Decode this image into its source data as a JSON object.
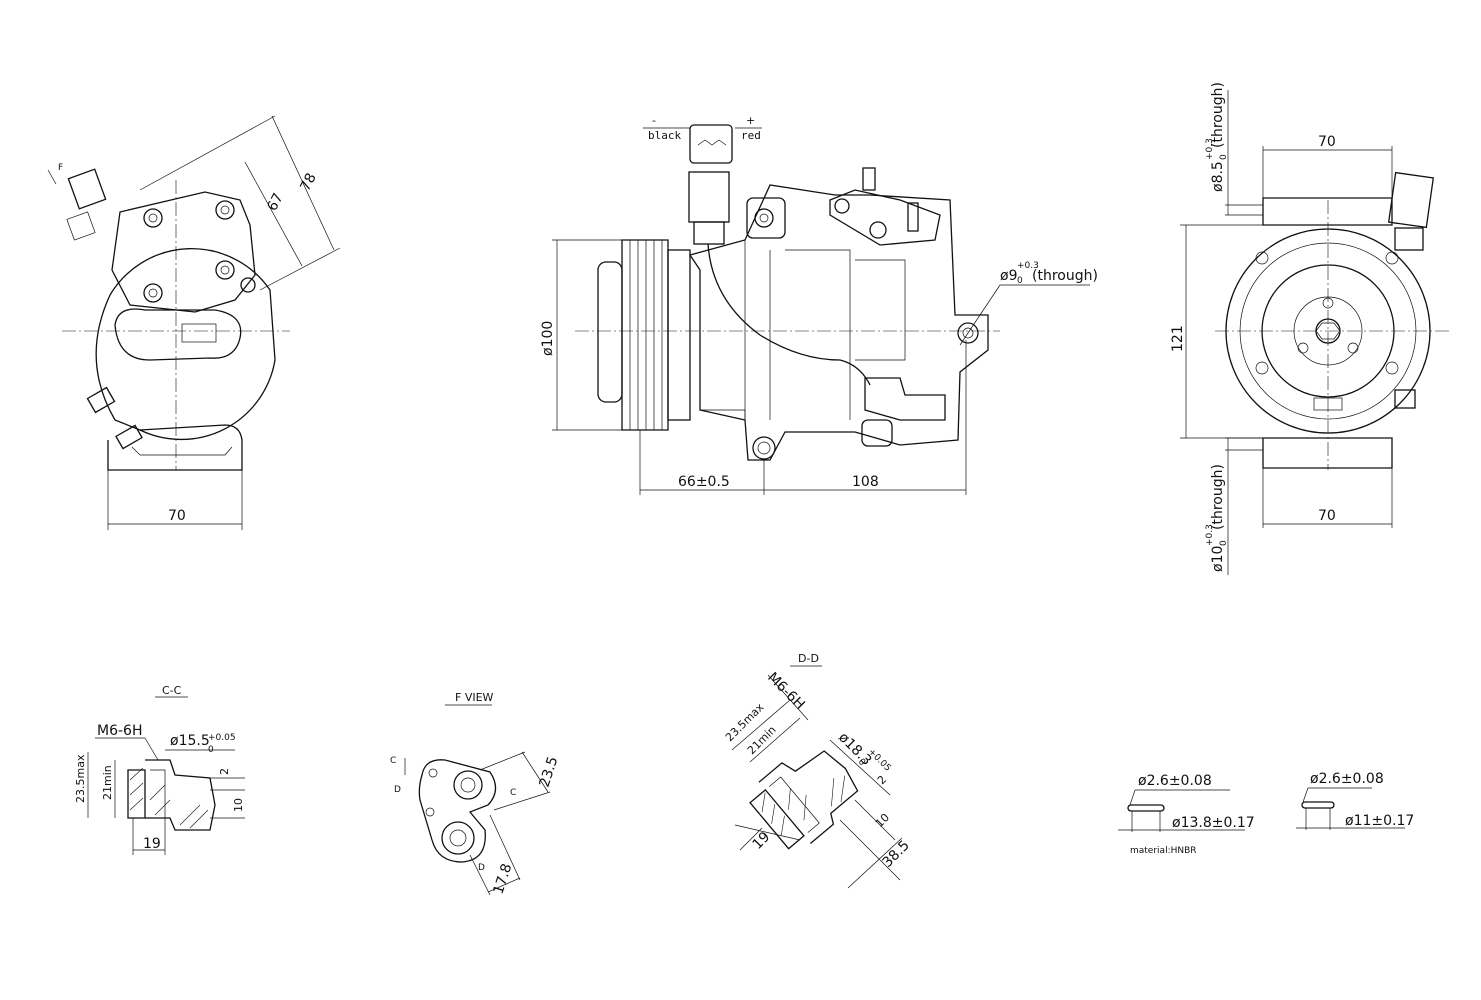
{
  "left_view": {
    "width_label": "70",
    "dim_78": "78",
    "dim_67": "67",
    "view_marker": "F"
  },
  "front_view": {
    "connector_minus": "-",
    "connector_plus": "+",
    "wire_black": "black",
    "wire_red": "red",
    "pulley_dia": "ø100",
    "hole_label": "ø9",
    "hole_tol_upper": "+0.3",
    "hole_tol_lower": "0",
    "hole_note": "(through)",
    "offset_label": "66±0.5",
    "length_label": "108"
  },
  "right_view": {
    "top_width": "70",
    "bottom_width": "70",
    "height_label": "121",
    "top_hole": "ø8.5",
    "top_hole_tol_upper": "+0.3",
    "top_hole_tol_lower": "0",
    "top_hole_note": "(through)",
    "bottom_hole": "ø10",
    "bottom_hole_tol_upper": "+0.3",
    "bottom_hole_tol_lower": "0",
    "bottom_hole_note": "(through)"
  },
  "section_cc": {
    "title": "C-C",
    "thread": "M6-6H",
    "bore": "ø15.5",
    "bore_tol_upper": "+0.05",
    "bore_tol_lower": "0",
    "max_depth": "23.5max",
    "min_depth": "21min",
    "dim_2": "2",
    "dim_10": "10",
    "dim_19": "19"
  },
  "f_view": {
    "title": "F VIEW",
    "marker_c": "C",
    "marker_d": "D",
    "dim_235": "23.5",
    "dim_178": "17.8"
  },
  "section_dd": {
    "title": "D-D",
    "thread": "M6-6H",
    "max_depth": "23.5max",
    "min_depth": "21min",
    "bore": "ø18.3",
    "bore_tol_upper": "+0.05",
    "bore_tol_lower": "0",
    "dim_2": "2",
    "dim_10": "10",
    "dim_19": "19",
    "dim_385": "38.5"
  },
  "oring_1": {
    "cross_section": "ø2.6±0.08",
    "inner_dia": "ø13.8±0.17",
    "material": "material:HNBR"
  },
  "oring_2": {
    "cross_section": "ø2.6±0.08",
    "inner_dia": "ø11±0.17"
  }
}
